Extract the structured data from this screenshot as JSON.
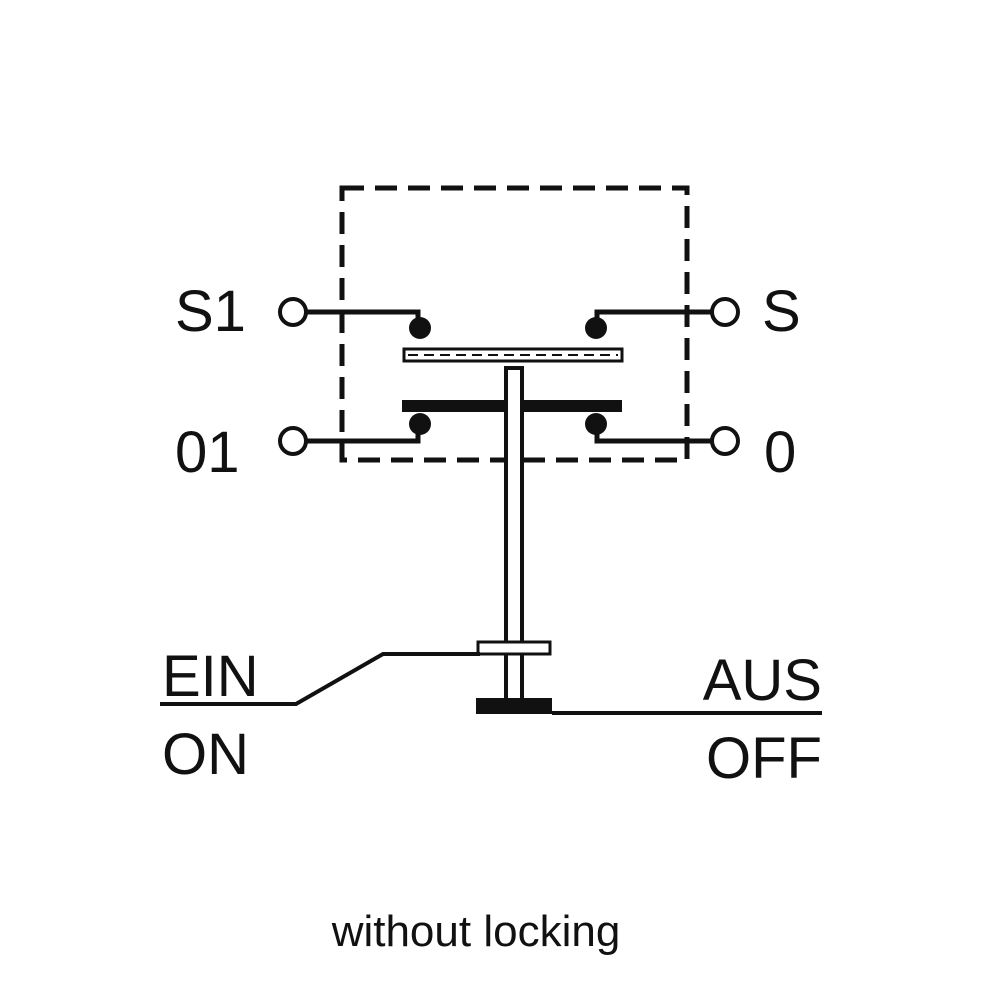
{
  "terminals": {
    "s1": "S1",
    "s": "S",
    "o1": "01",
    "o": "0"
  },
  "positions": {
    "on_de": "EIN",
    "on_en": "ON",
    "off_de": "AUS",
    "off_en": "OFF"
  },
  "caption": "without locking",
  "colors": {
    "ink": "#111111",
    "background": "#ffffff"
  }
}
